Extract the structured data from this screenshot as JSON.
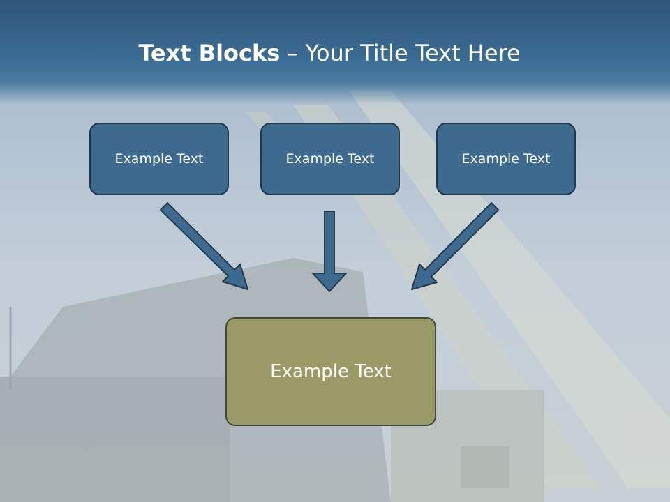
{
  "slide": {
    "title_bold": "Text Blocks",
    "title_dash": " – ",
    "title_rest": "Your Title Text Here"
  },
  "diagram": {
    "top_boxes": [
      "Example Text",
      "Example Text",
      "Example Text"
    ],
    "bottom_box": "Example Text"
  },
  "colors": {
    "header": "#3a6b93",
    "top_box_fill": "#3d6a8e",
    "bottom_box_fill": "#9a9a66",
    "arrow_fill": "#3d6a8e"
  },
  "background": {
    "image_subject": "missile-launcher-photo"
  }
}
